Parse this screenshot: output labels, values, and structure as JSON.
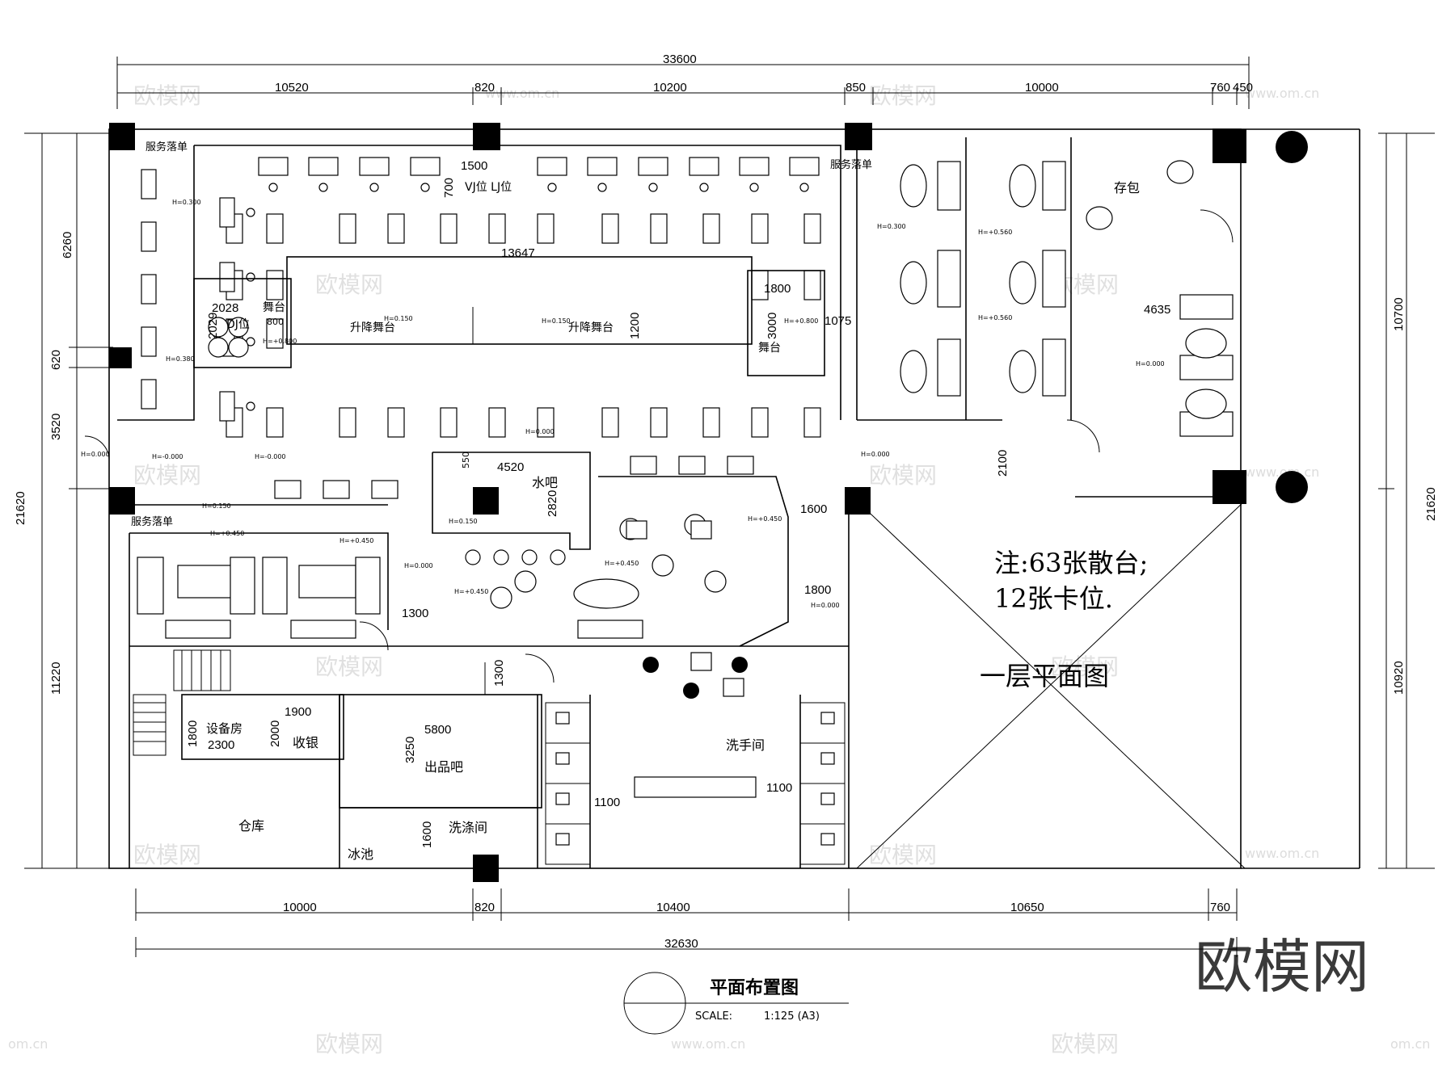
{
  "dimensions": {
    "total_top": "33600",
    "top": [
      "10520",
      "820",
      "10200",
      "850",
      "10000",
      "760",
      "450"
    ],
    "total_bottom": "32630",
    "bottom": [
      "10000",
      "820",
      "10400",
      "10650",
      "760"
    ],
    "left": [
      "6260",
      "620",
      "3520",
      "11220"
    ],
    "left_total": "21620",
    "right": [
      "10700",
      "10920"
    ],
    "right_total": "21620",
    "inner": [
      "1500",
      "700",
      "13647",
      "2028",
      "2029",
      "800",
      "1800",
      "3000",
      "1200",
      "1075",
      "4635",
      "2100",
      "1600",
      "1800",
      "4520",
      "550",
      "2820",
      "1300",
      "1300",
      "1900",
      "2000",
      "1800",
      "2300",
      "5800",
      "3250",
      "1600",
      "1100",
      "1100"
    ]
  },
  "levels": [
    "H=0.300",
    "H=+0.800",
    "H=0.380",
    "H=0.150",
    "H=0.150",
    "H=+0.800",
    "H=0.300",
    "H=+0.560",
    "H=+0.560",
    "H=0.000",
    "H=0.000",
    "H=0.000",
    "H=-0.000",
    "H=-0.000",
    "H=0.150",
    "H=+0.450",
    "H=+0.450",
    "H=0.150",
    "H=+0.450",
    "H=+0.450",
    "H=+0.450",
    "H=0.000",
    "H=0.000",
    "H=0.000"
  ],
  "rooms": {
    "service_1": "服务落单",
    "service_2": "服务落单",
    "service_3": "服务落单",
    "vj": "VJ位 LJ位",
    "stage_1": "舞台",
    "dj": "DJ位",
    "lift_stage_1": "升降舞台",
    "lift_stage_2": "升降舞台",
    "stage_2": "舞台",
    "bag": "存包",
    "water_bar": "水吧",
    "equipment": "设备房",
    "cashier": "收银",
    "product_bar": "出品吧",
    "washroom": "洗手间",
    "storage": "仓库",
    "ice": "冰池",
    "wash": "洗涤间"
  },
  "notes": {
    "line1": "注:63张散台;",
    "line2": "12张卡位.",
    "floor": "一层平面图"
  },
  "title_block": {
    "title": "平面布置图",
    "scale_label": "SCALE:",
    "scale_value": "1:125 (A3)"
  },
  "watermark": {
    "brand": "欧模网",
    "url": "www.om.cn",
    "suffix": "om.cn"
  }
}
